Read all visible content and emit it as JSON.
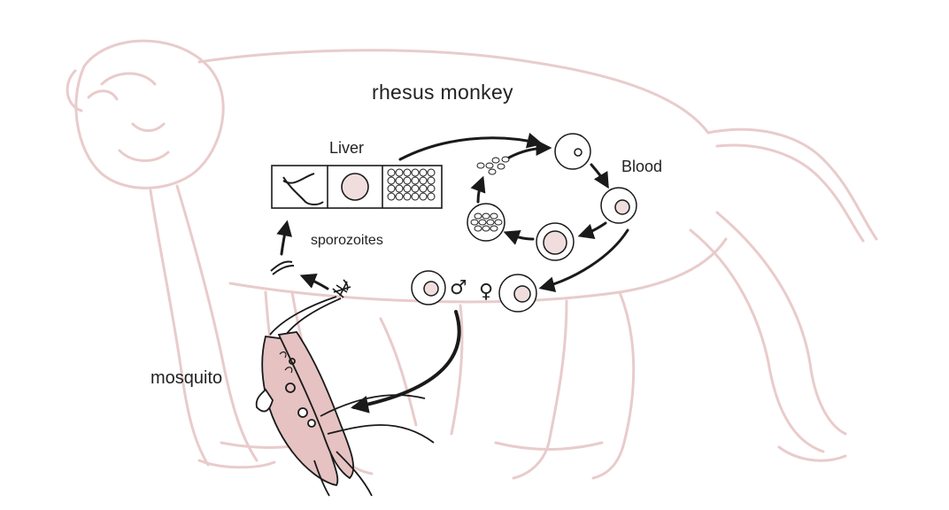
{
  "diagram": {
    "title": "rhesus monkey",
    "labels": {
      "liver": "Liver",
      "blood": "Blood",
      "sporozoites": "sporozoites",
      "mosquito": "mosquito"
    },
    "symbols": {
      "male": "♂",
      "female": "♀"
    },
    "colors": {
      "monkey_outline": "#e8c9c9",
      "cell_fill": "#f0dede",
      "ink": "#1a1a1a",
      "mosquito_fill": "#e6c2c2"
    },
    "icons": [
      "monkey-outline-illustration",
      "liver-stage-boxes",
      "blood-cycle-cells",
      "mosquito-illustration",
      "arrows"
    ]
  }
}
